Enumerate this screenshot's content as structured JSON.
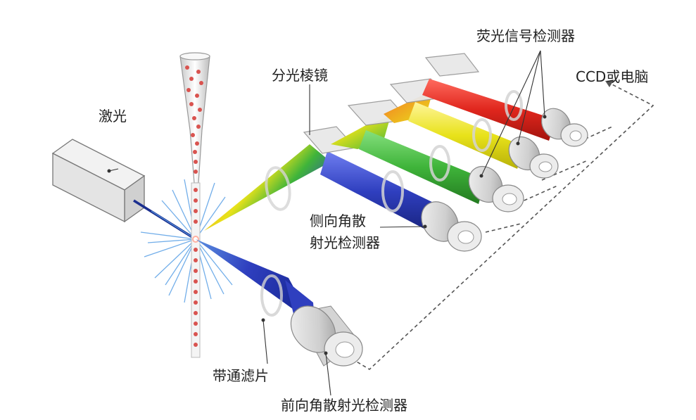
{
  "diagram": {
    "labels": {
      "laser": "激光",
      "prism": "分光棱镜",
      "fluorescence_detectors": "荧光信号检测器",
      "ccd_computer": "CCD或电脑",
      "side_scatter_line1": "侧向角散",
      "side_scatter_line2": "射光检测器",
      "bandpass_filter": "带通滤片",
      "forward_scatter_detector": "前向角散射光检测器"
    },
    "colors": {
      "laser_beam": "#1b2f8f",
      "blue_beam": "#2f3fbf",
      "green_beam": "#3fb43a",
      "yellow_beam": "#e8e21a",
      "red_beam": "#e0261d",
      "cell": "#d9534f",
      "detector_body": "#d6d6d6",
      "dashed_line": "#555555"
    }
  }
}
